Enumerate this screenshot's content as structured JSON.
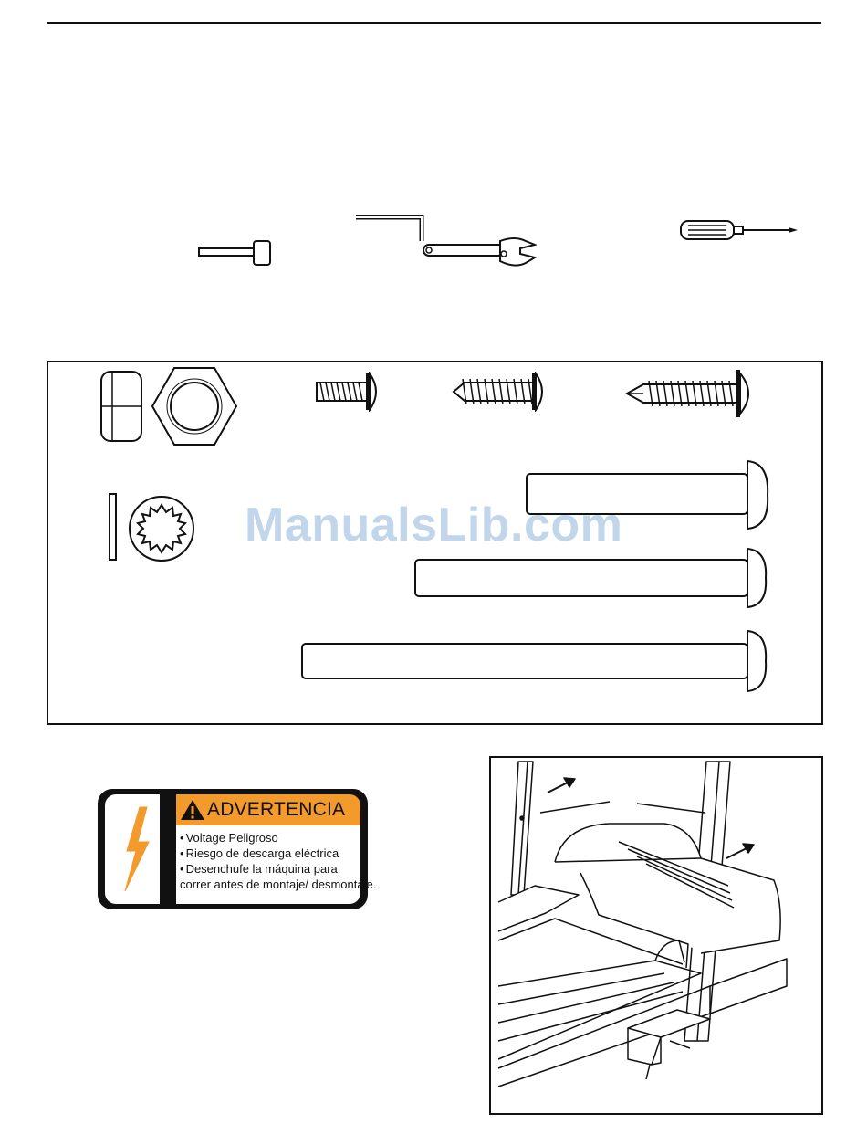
{
  "warning": {
    "title": "ADVERTENCIA",
    "lines": [
      "Voltage Peligroso",
      "Riesgo de descarga eléctrica",
      "Desenchufe la máquina para",
      "correr antes de montaje/ desmontaje."
    ]
  },
  "watermark": "ManualsLib.com",
  "colors": {
    "warning_orange": "#f39a2c",
    "watermark_blue": "#b8cfe8",
    "ink": "#111111"
  }
}
